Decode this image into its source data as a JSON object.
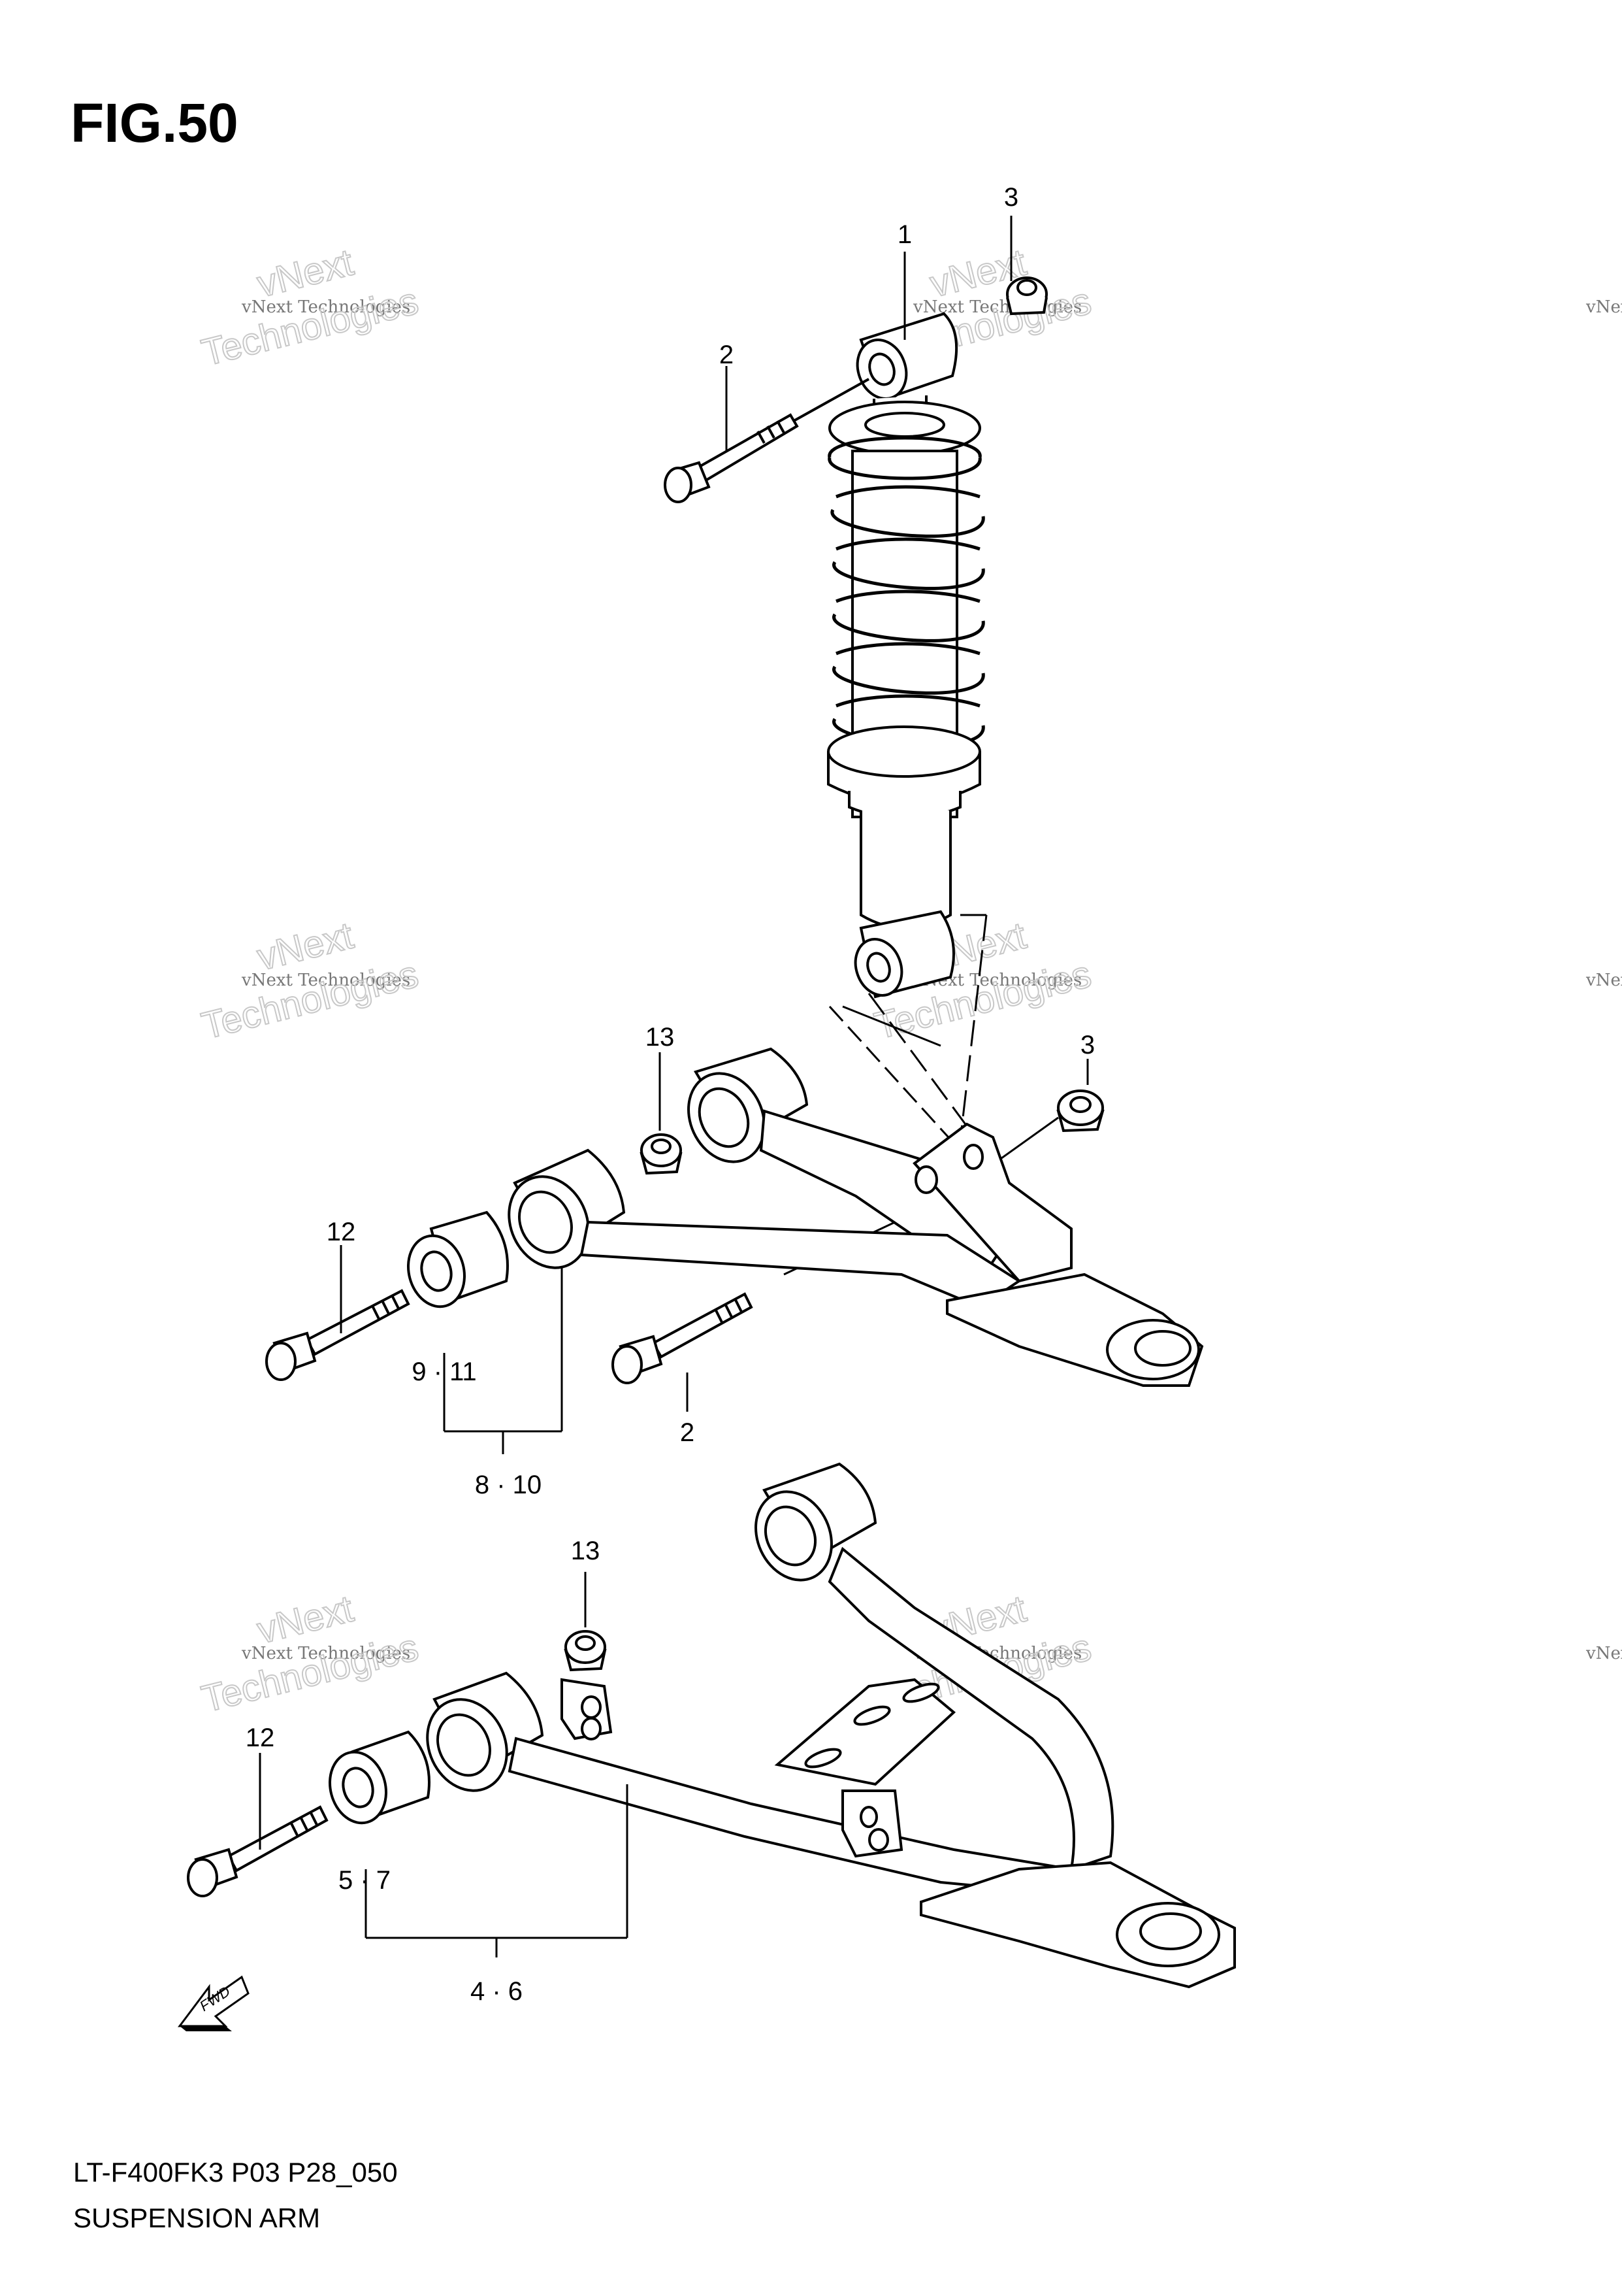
{
  "figure_title": "FIG.50",
  "footer": {
    "model_code": "LT-F400FK3 P03 P28_050",
    "section_name": "SUSPENSION ARM"
  },
  "watermark": {
    "line1": "vNext Technologies",
    "line2a": "vNext",
    "line2b": "Technologies"
  },
  "callouts": {
    "c1": "1",
    "c2_top": "2",
    "c3_top": "3",
    "c3_mid": "3",
    "c13_upper": "13",
    "c12_upper": "12",
    "c9_11": "9 · 11",
    "c2_mid": "2",
    "c8_10": "8 · 10",
    "c13_lower": "13",
    "c12_lower": "12",
    "c5_7": "5 · 7",
    "c4_6": "4 · 6"
  },
  "direction_arrow": {
    "label": "FWD",
    "icon": "fwd-arrow-icon"
  }
}
